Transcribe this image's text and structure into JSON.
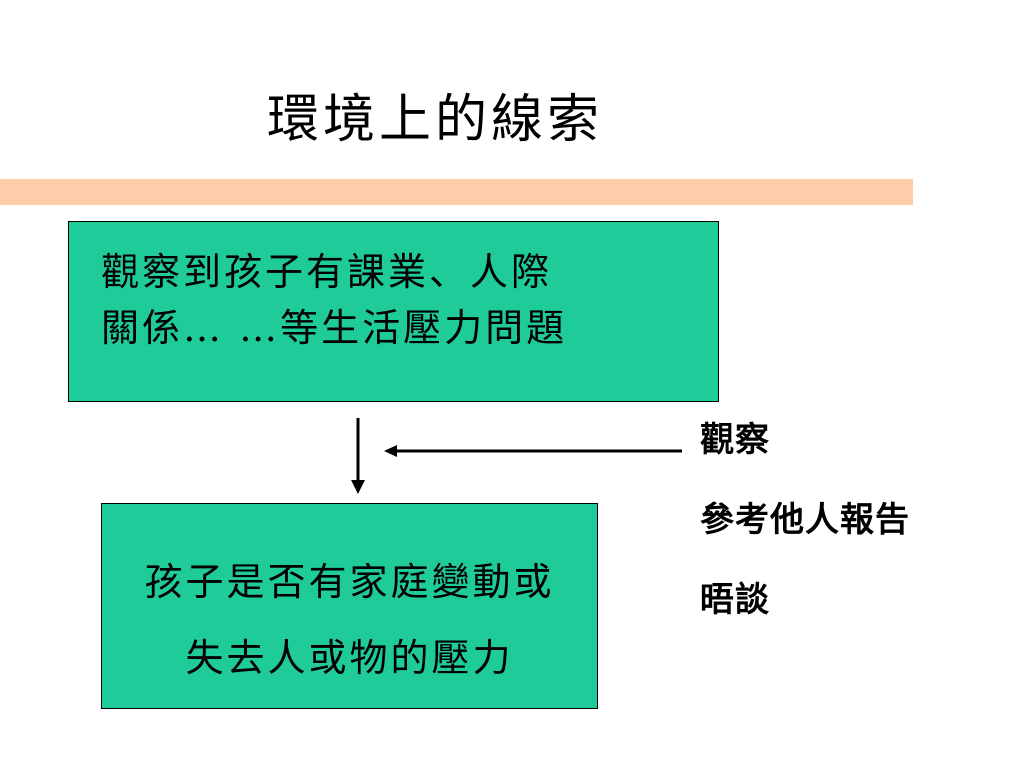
{
  "slide": {
    "title": "環境上的線索",
    "accent_color": "#FFCCAA",
    "box_color": "#1FCC99"
  },
  "diagram": {
    "top_box": {
      "lines": [
        "觀察到孩子有課業、人際",
        "關係… …等生活壓力問題"
      ]
    },
    "bottom_box": {
      "lines": [
        "孩子是否有家庭變動或",
        "失去人或物的壓力"
      ]
    },
    "methods": [
      "觀察",
      "參考他人報告",
      "晤談"
    ]
  }
}
